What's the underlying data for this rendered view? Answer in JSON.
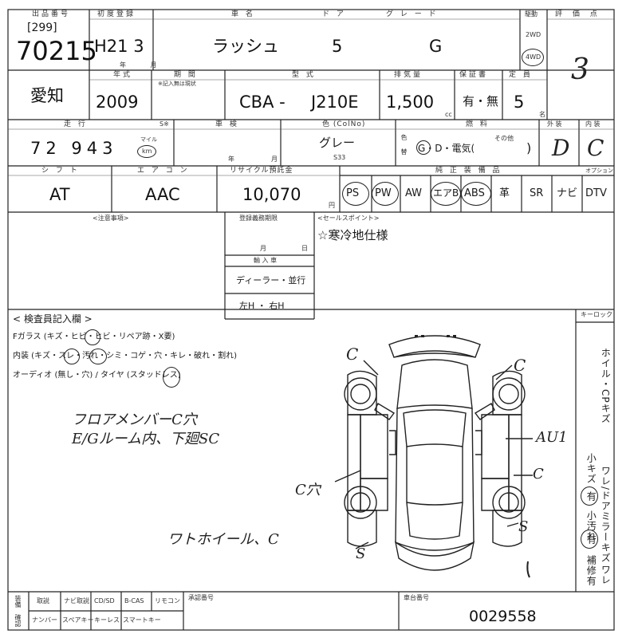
{
  "header": {
    "lbl_lot_no": "出品番号",
    "lot_prefix": "[299]",
    "lot_no": "70215",
    "lbl_first_reg": "初度登録",
    "first_reg": "H21 3",
    "lbl_year_month": "年 月",
    "lbl_car_name": "車 名",
    "car_name": "ラッシュ",
    "lbl_doors": "ド ア",
    "doors": "5",
    "lbl_grade": "グ レ ー ド",
    "grade": "G",
    "lbl_drive": "駆動",
    "drive_2wd": "2WD",
    "drive_4wd": "4WD",
    "lbl_score": "評 価 点",
    "score": "3"
  },
  "row2": {
    "region": "愛知",
    "lbl_year_model": "年式",
    "year_model": "2009",
    "lbl_period": "期 間",
    "lbl_period_note": "※記入無は現状",
    "lbl_model_type": "型 式",
    "model_prefix": "CBA -",
    "model_code": "J210E",
    "lbl_displacement": "排気量",
    "displacement": "1,500",
    "unit_cc": "cc",
    "lbl_warranty": "保証書",
    "warranty": "有・無",
    "lbl_capacity": "定 員",
    "capacity": "5",
    "unit_person": "名"
  },
  "row3": {
    "lbl_mileage": "走 行",
    "mileage": "72 943",
    "unit_mile": "マイル",
    "unit_km": "km",
    "lbl_mileage_note": "S※",
    "lbl_inspection": "車 検",
    "inspection_year": "年",
    "inspection_month": "月",
    "lbl_color": "色 (ColNo)",
    "color": "グレー",
    "color_no": "S33",
    "lbl_color_change": "色替",
    "lbl_fuel": "燃 料",
    "fuel_options": "G・D・電気(",
    "fuel_other": "その他",
    "fuel_close": ")",
    "lbl_exterior": "外 装",
    "exterior": "D",
    "lbl_interior": "内 装",
    "interior": "C"
  },
  "row4": {
    "lbl_shift": "シ フ ト",
    "shift": "AT",
    "lbl_aircon": "エ ア コ ン",
    "aircon": "AAC",
    "lbl_recycle": "リサイクル預託金",
    "recycle": "10,070",
    "unit_yen": "円",
    "lbl_equipment": "純 正 装 備 品",
    "lbl_option": "オプション",
    "equipment": [
      "PS",
      "PW",
      "AW",
      "エアB",
      "ABS",
      "革",
      "SR",
      "ナビ",
      "DTV"
    ]
  },
  "row5": {
    "lbl_notes": "<注意事項>",
    "lbl_reg_due": "登録義務期限",
    "reg_due_month": "月",
    "reg_due_day": "日",
    "lbl_import": "輸 入 車",
    "import_type": "ディーラー・並行",
    "import_drive": "左H ・ 右H",
    "lbl_sale_point": "<セールスポイント>",
    "sale_point": "☆寒冷地仕様"
  },
  "inspection": {
    "title": "< 検査員記入欄 >",
    "line1": "Fガラス (キズ・ヒビ・ヒビ・リペア跡・X要)",
    "line2": "内装 (キズ・スレ・汚れ・シミ・コゲ・穴・キレ・破れ・割れ)",
    "line3": "オーディオ (無し・穴) / タイヤ (スタッドレス)",
    "note1": "フロアメンバーC穴",
    "note2": "E/Gルーム内、下廻SC",
    "note3": "ワトホイール、C",
    "lbl_keyless": "キーロック",
    "side_text1": "ホイル・CPキズ",
    "side_text2": "ワレ/ドアミラーキズ",
    "side_text3": "ワレ",
    "side_small1": "小キズ",
    "side_have1": "有",
    "side_small2": "小汚れ",
    "side_have2": "有",
    "side_repair": "補修有",
    "marks": {
      "c1": "C",
      "c2": "C",
      "au1": "AU1",
      "c3": "C",
      "c_hole": "C穴",
      "s1": "S",
      "s2": "S"
    }
  },
  "footer": {
    "lbl_equip": "装備",
    "lbl_check": "確認",
    "items_top": [
      "取説",
      "ナビ取説",
      "CD/SD",
      "B-CAS",
      "リモコン"
    ],
    "items_bottom": [
      "ナンバー",
      "スペアキー",
      "キーレス",
      "スマートキー"
    ],
    "lbl_approval": "承認番号",
    "lbl_chassis": "車台番号",
    "chassis": "0029558"
  }
}
